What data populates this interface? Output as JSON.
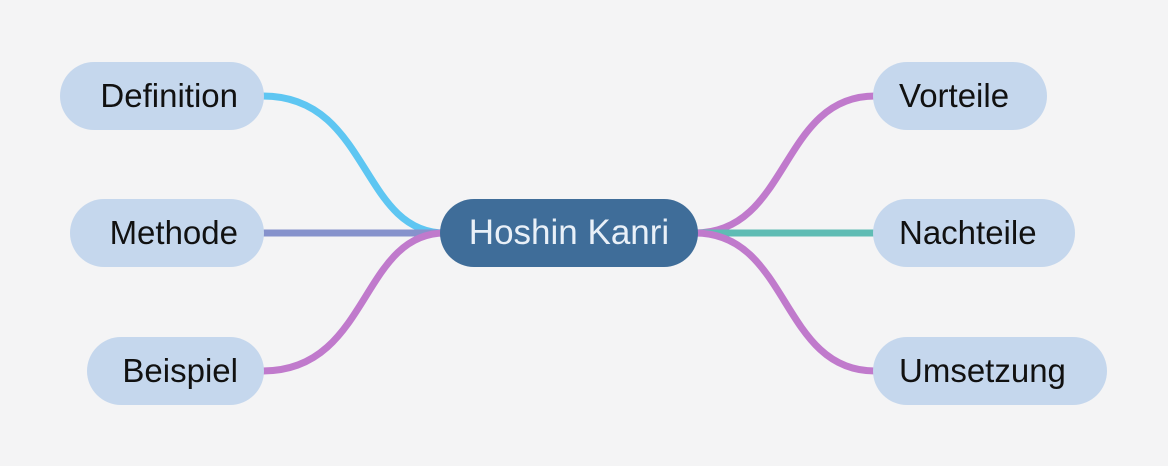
{
  "mindmap": {
    "root": {
      "label": "Hoshin Kanri",
      "color": "#3f6d99"
    },
    "left_branches": [
      {
        "label": "Definition",
        "link_color": "#5ec6f2"
      },
      {
        "label": "Methode",
        "link_color": "#8692cc"
      },
      {
        "label": "Beispiel",
        "link_color": "#c07acc"
      }
    ],
    "right_branches": [
      {
        "label": "Vorteile",
        "link_color": "#c07acc"
      },
      {
        "label": "Nachteile",
        "link_color": "#5fbcb4"
      },
      {
        "label": "Umsetzung",
        "link_color": "#c07acc"
      }
    ],
    "node_fill": "#c5d7ed",
    "background": "#f4f4f5"
  }
}
